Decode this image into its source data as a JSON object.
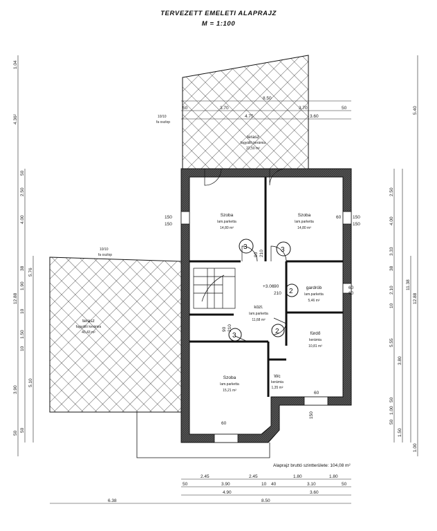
{
  "title": "TERVEZETT EMELETI  ALAPRAJZ",
  "scale": "M = 1:100",
  "area_note": "Alaprajz bruttó szintterülete:  104,08 m²",
  "rooms": {
    "szoba1": {
      "name": "Szoba",
      "floor": "lam.parketta",
      "area": "14,80 m²"
    },
    "szoba2": {
      "name": "Szoba",
      "floor": "lam.parketta",
      "area": "14,80 m²"
    },
    "gardrob": {
      "name": "gardrób",
      "floor": "lam.parketta",
      "area": "5,46 m²"
    },
    "kozl": {
      "name": "közl.",
      "floor": "lam.parketta",
      "area": "11,68 m²"
    },
    "furdo": {
      "name": "fürdő",
      "floor": "kerámia",
      "area": "10,81 m²"
    },
    "wc": {
      "name": "Wc",
      "floor": "kerámia",
      "area": "1,35 m²"
    },
    "szoba3": {
      "name": "Szoba",
      "floor": "lam.parketta",
      "area": "15,21 m²"
    },
    "terasz_top": {
      "name": "terasz",
      "floor": "fagyálló kerámia",
      "area": "22,50 m²"
    },
    "terasz_left": {
      "name": "terasz",
      "floor": "fagyálló kerámia",
      "area": "40,43 m²"
    }
  },
  "level_mark": "+3.06",
  "markers": [
    "3",
    "3",
    "2",
    "2",
    "3"
  ],
  "dims": {
    "bottom_row1": [
      "2.45",
      "2.45",
      "1.80",
      "1.80"
    ],
    "bottom_row2": [
      "50",
      "3.90",
      "10",
      "40",
      "3.10",
      "50"
    ],
    "bottom_row3": [
      "4.90",
      "3.60"
    ],
    "bottom_row4": [
      "6.38",
      "8.50"
    ],
    "top_row1": [
      "8.50"
    ],
    "top_row2": [
      "50",
      "3.70",
      "3.70",
      "50"
    ],
    "top_row3": [
      "4.75",
      "3.60"
    ],
    "left_outer": [
      "1.04",
      "4.36²",
      "12.88",
      "3.90",
      "50"
    ],
    "left_inner": [
      "50",
      "2.50",
      "4.00",
      "38",
      "1.90",
      "10",
      "1.50",
      "10",
      "5.10",
      "50"
    ],
    "left_mid": [
      "5.76"
    ],
    "right_inner": [
      "2.50",
      "4.00",
      "3.33",
      "38",
      "2.10",
      "10",
      "5.55",
      "3.80",
      "50",
      "1.00",
      "50",
      "1.50"
    ],
    "right_mid": [
      "11.38"
    ],
    "right_outer": [
      "5.40",
      "12.88",
      "1.00"
    ],
    "openings": [
      "90",
      "210",
      "90",
      "210",
      "90",
      "210",
      "60",
      "60",
      "60",
      "150",
      "150",
      "150",
      "150",
      "60",
      "60",
      "150"
    ],
    "sill": [
      "10/10",
      "fa oszlop",
      "10/10",
      "fa oszlop"
    ]
  }
}
